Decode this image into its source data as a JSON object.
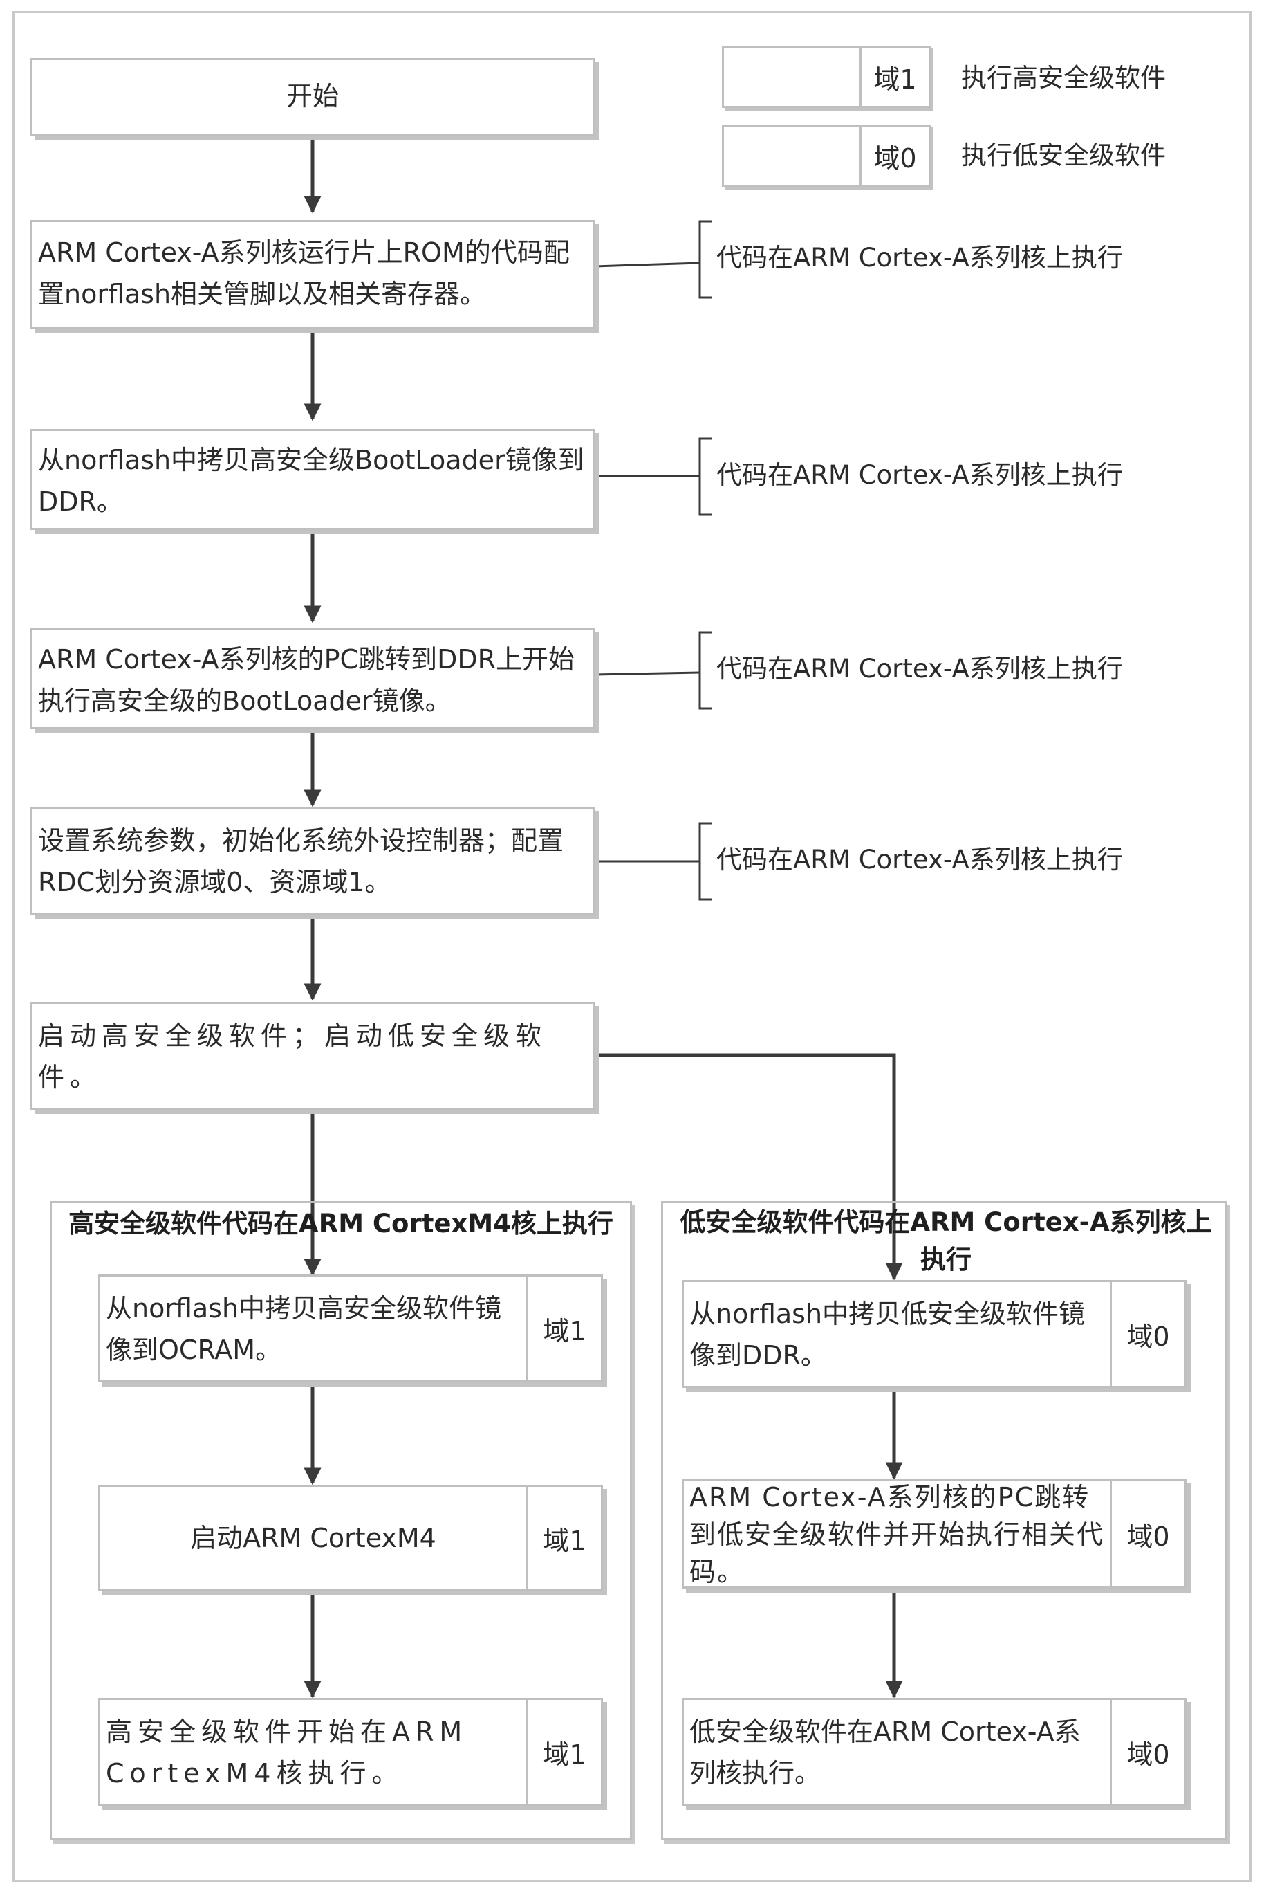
{
  "legend": [
    {
      "tag": "域1",
      "label": "执行高安全级软件"
    },
    {
      "tag": "域0",
      "label": "执行低安全级软件"
    }
  ],
  "main_steps": [
    "开始",
    "ARM Cortex-A系列核运行片上ROM的代码配置norflash相关管脚以及相关寄存器。",
    "从norflash中拷贝高安全级BootLoader镜像到DDR。",
    "ARM Cortex-A系列核的PC跳转到DDR上开始执行高安全级的BootLoader镜像。",
    "设置系统参数，初始化系统外设控制器；配置RDC划分资源域0、资源域1。",
    "启动高安全级软件；启动低安全级软件。"
  ],
  "side_notes": [
    "代码在ARM Cortex-A系列核上执行",
    "代码在ARM Cortex-A系列核上执行",
    "代码在ARM Cortex-A系列核上执行",
    "代码在ARM Cortex-A系列核上执行"
  ],
  "left_group": {
    "title": "高安全级软件代码在ARM  CortexM4核上执行",
    "steps": [
      {
        "text": "从norflash中拷贝高安全级软件镜像到OCRAM。",
        "tag": "域1"
      },
      {
        "text": "启动ARM CortexM4",
        "tag": "域1"
      },
      {
        "text": "高安全级软件开始在ARM CortexM4核执行。",
        "tag": "域1"
      }
    ]
  },
  "right_group": {
    "title": "低安全级软件代码在ARM Cortex-A系列核上执行",
    "steps": [
      {
        "text": "从norflash中拷贝低安全级软件镜像到DDR。",
        "tag": "域0"
      },
      {
        "text": "ARM Cortex-A系列核的PC跳转到低安全级软件并开始执行相关代码。",
        "tag": "域0"
      },
      {
        "text": "低安全级软件在ARM Cortex-A系列核执行。",
        "tag": "域0"
      }
    ]
  }
}
